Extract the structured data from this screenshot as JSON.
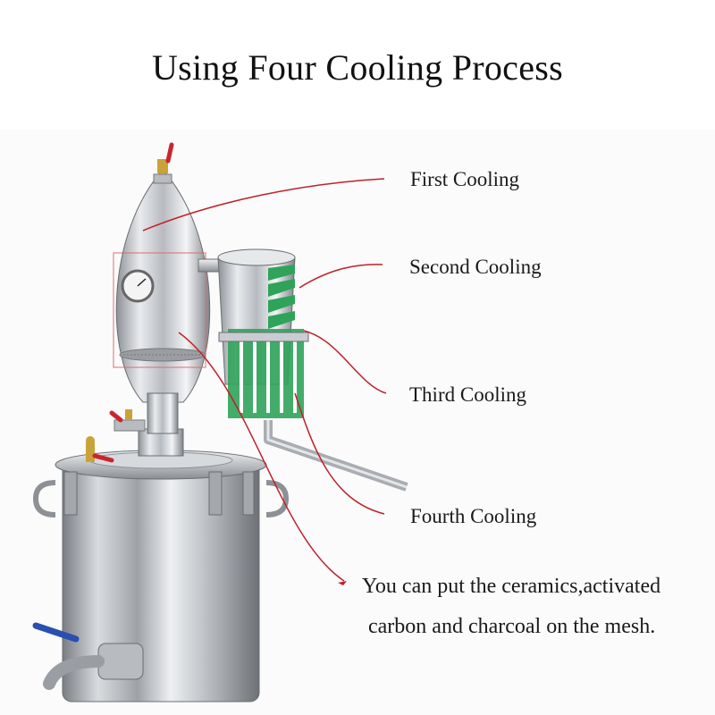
{
  "title": "Using Four Cooling Process",
  "labels": {
    "first": "First Cooling",
    "second": "Second Cooling",
    "third": "Third Cooling",
    "fourth": "Fourth Cooling"
  },
  "note": {
    "line1": "You can put the ceramics,activated",
    "line2": "carbon and charcoal on the mesh."
  },
  "colors": {
    "leader_line": "#c0202a",
    "coil_green": "#2fa35a",
    "steel": "#c9ccd0",
    "valve_red": "#c8262c",
    "valve_blue": "#2a4fb0",
    "brass": "#c9a23a"
  }
}
